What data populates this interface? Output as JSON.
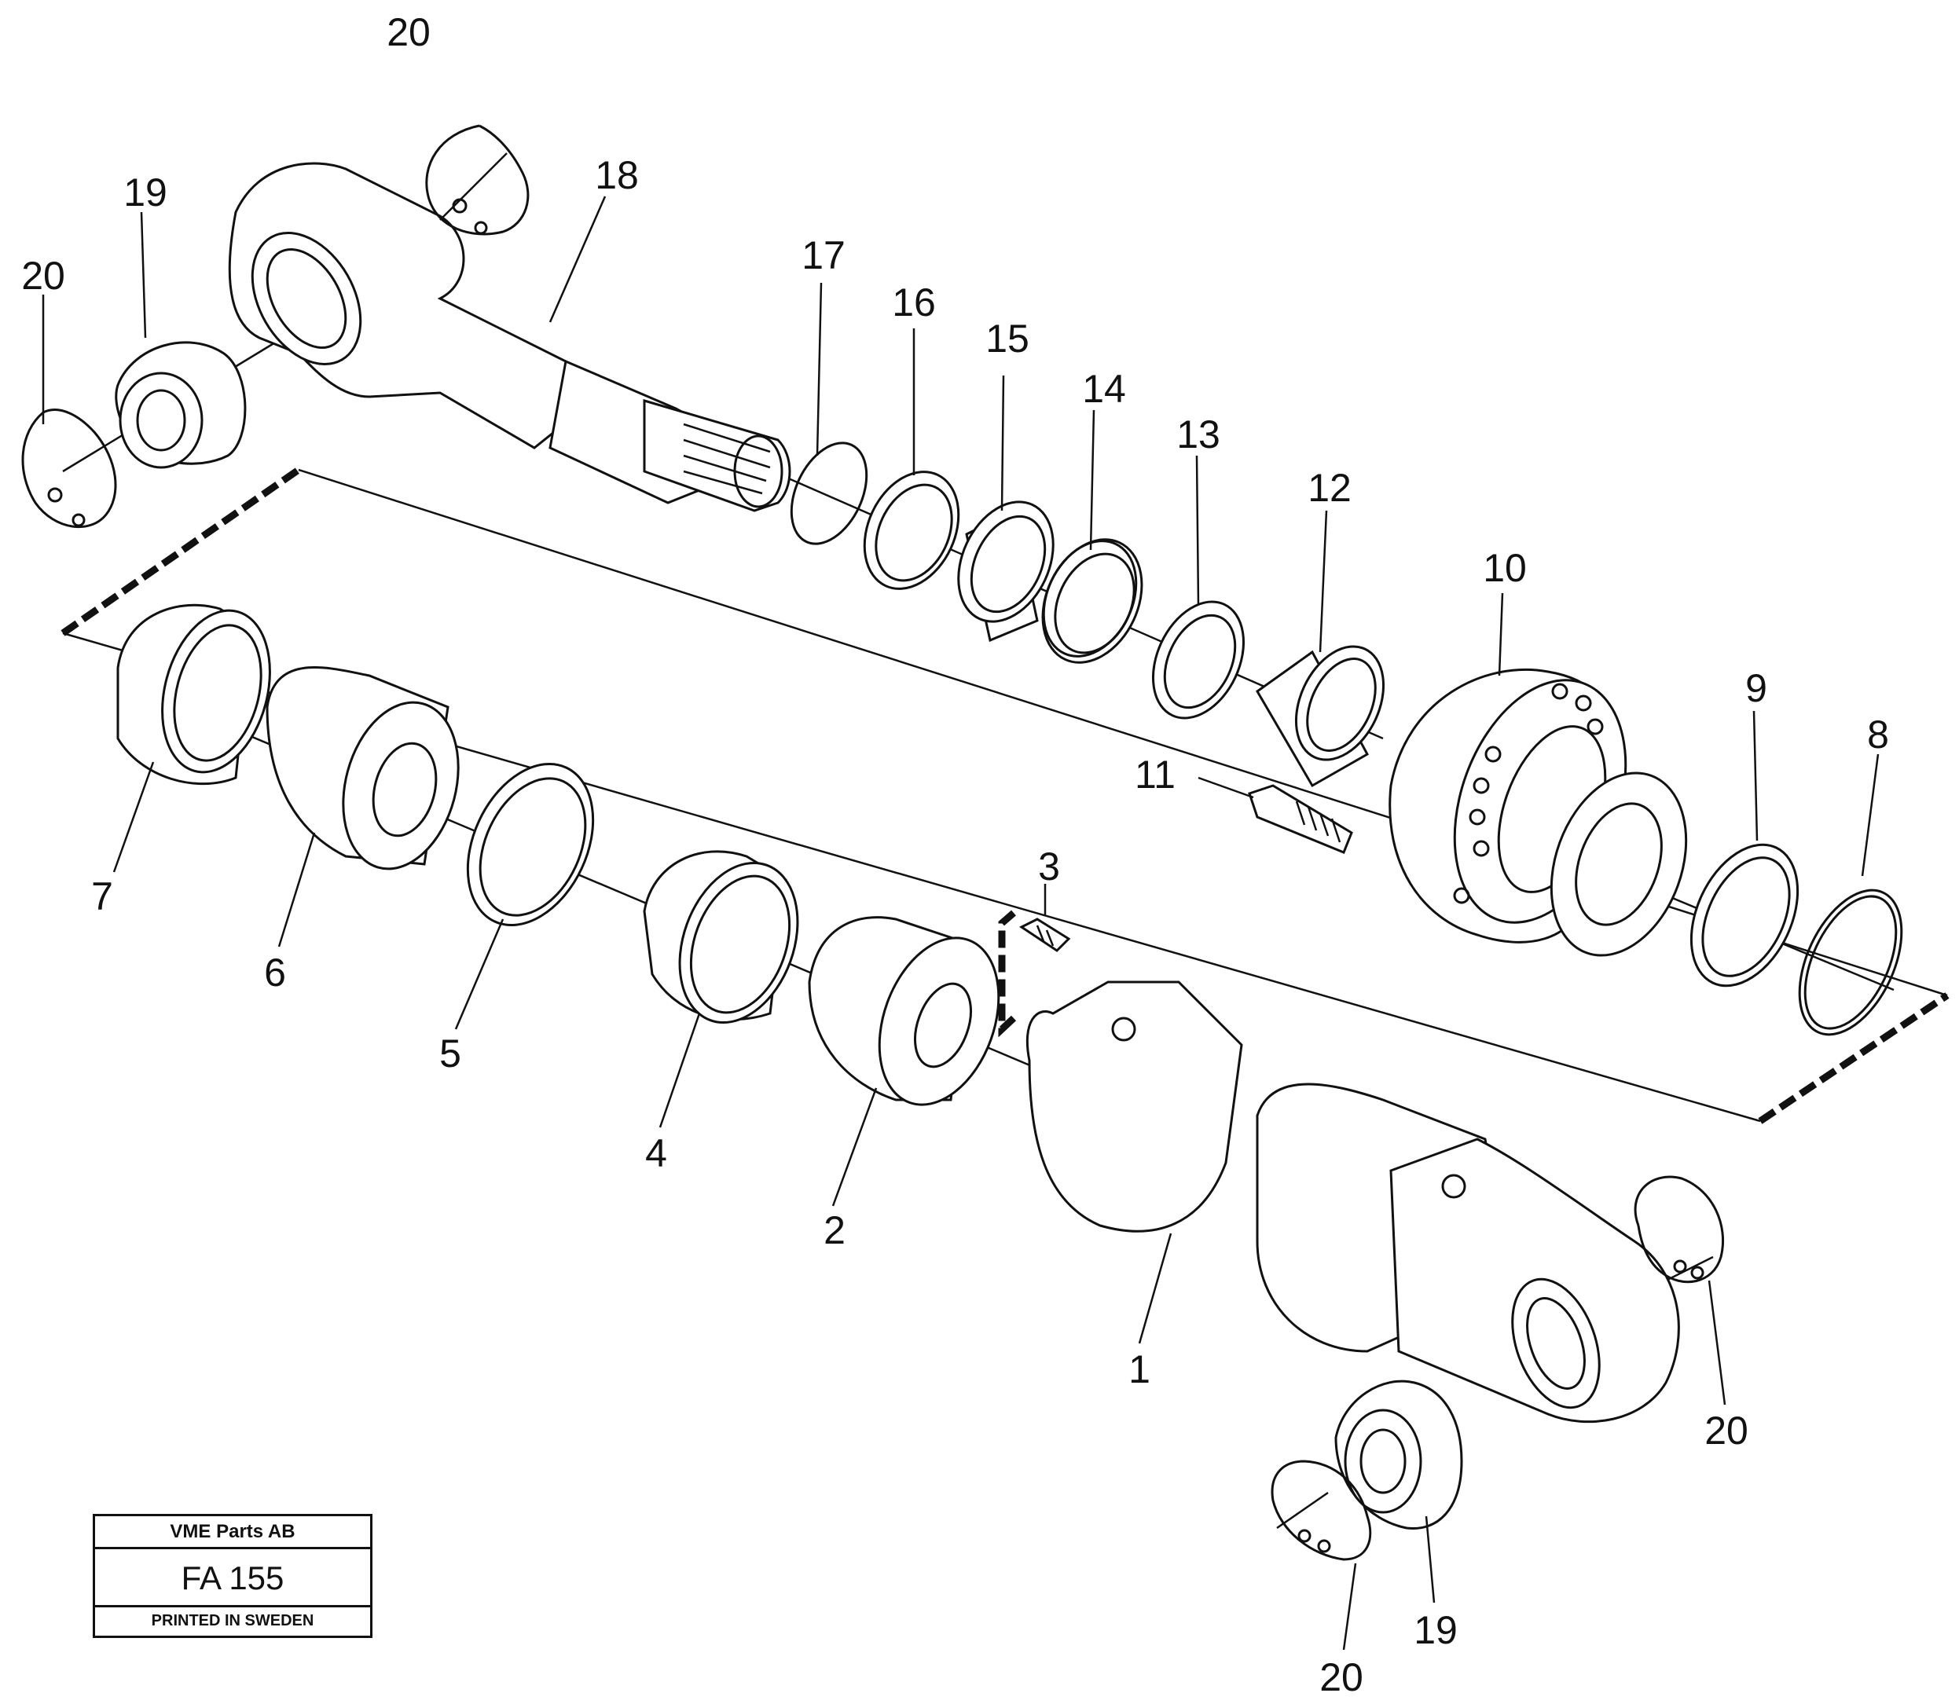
{
  "callouts": {
    "p1": "1",
    "p2": "2",
    "p3": "3",
    "p4": "4",
    "p5": "5",
    "p6": "6",
    "p7": "7",
    "p8": "8",
    "p9": "9",
    "p10": "10",
    "p11": "11",
    "p12": "12",
    "p13": "13",
    "p14": "14",
    "p15": "15",
    "p16": "16",
    "p17": "17",
    "p18": "18",
    "p19_top": "19",
    "p19_bottom": "19",
    "p20_top": "20",
    "p20_left": "20",
    "p20_right": "20",
    "p20_bottom": "20"
  },
  "stamp": {
    "company": "VME Parts AB",
    "code": "FA 155",
    "printed": "PRINTED IN SWEDEN"
  }
}
